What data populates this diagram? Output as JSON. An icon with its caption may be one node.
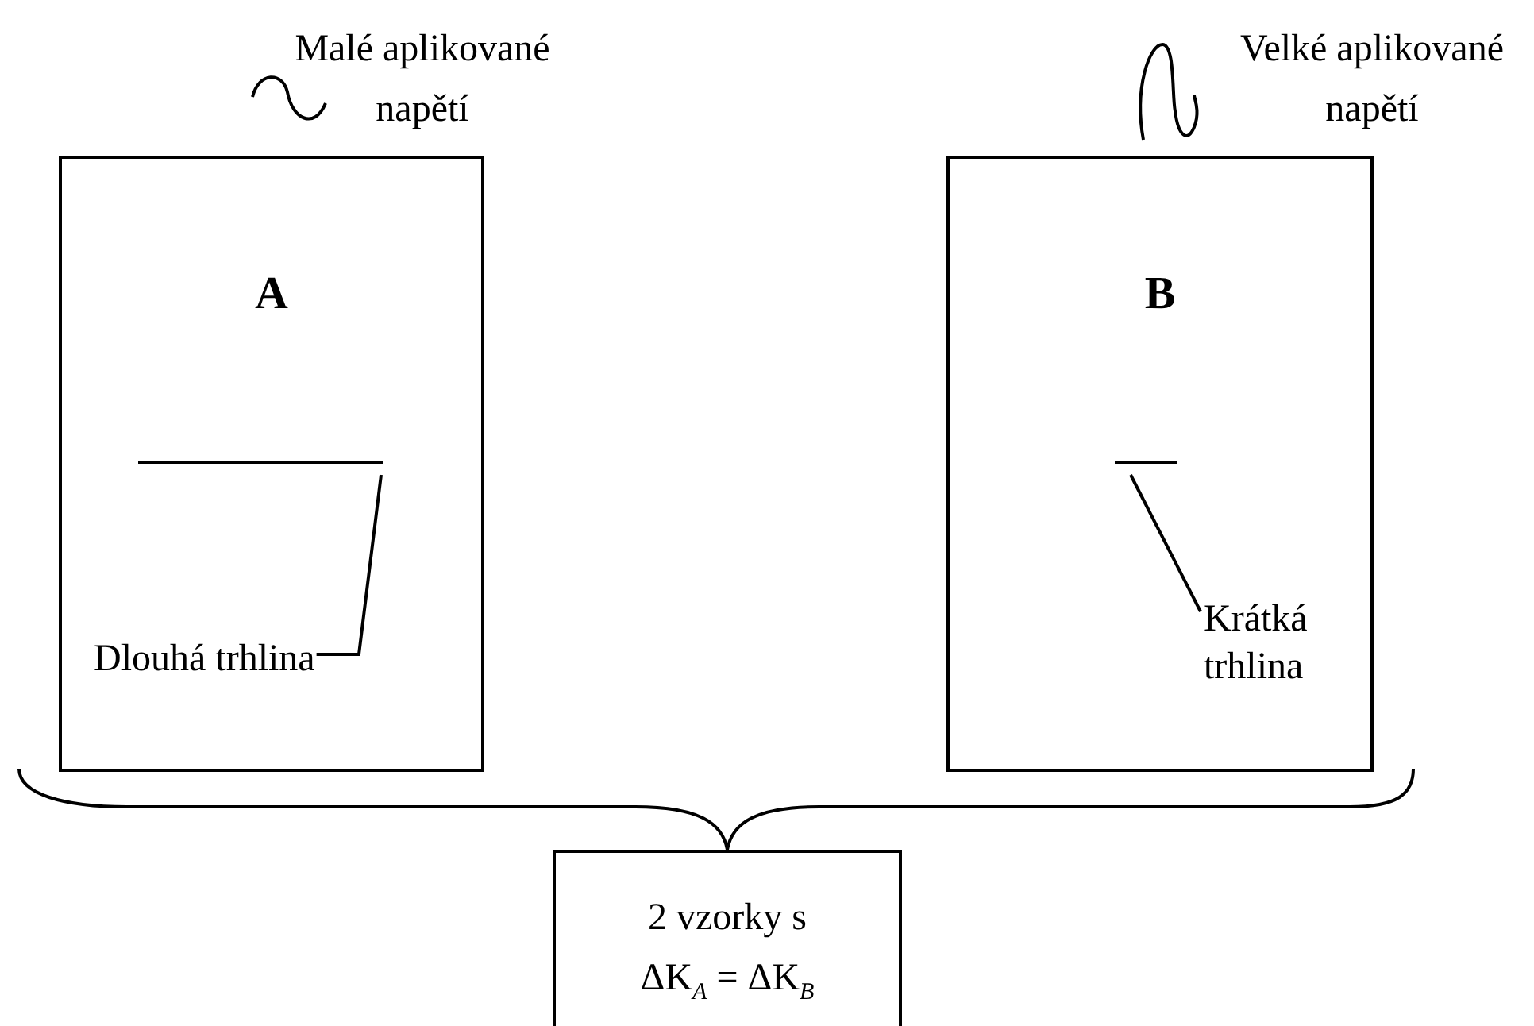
{
  "diagram": {
    "nodes": [
      {
        "text": [
          "A"
        ]
      },
      {
        "text": [],
        "shape": "line",
        "in": 0
      },
      {
        "text": [
          "Dlouhá trhlina"
        ],
        "in": 0
      },
      {
        "text": [
          "B"
        ]
      },
      {
        "text": [],
        "shape": "line",
        "in": 3
      },
      {
        "text": [
          "Krátká trhlina"
        ],
        "in": 3
      },
      {
        "text": [
          "2 vzorky s ΔK$_{A}$ = ΔK$_{B}$"
        ]
      }
    ],
    "edges": [
      {
        "from": 2,
        "to": 1,
        "arrow": "none"
      },
      {
        "from": 5,
        "to": 4,
        "arrow": "none"
      }
    ],
    "labels": [
      "Malé aplikované napětí",
      "Velké aplikované napětí"
    ]
  }
}
